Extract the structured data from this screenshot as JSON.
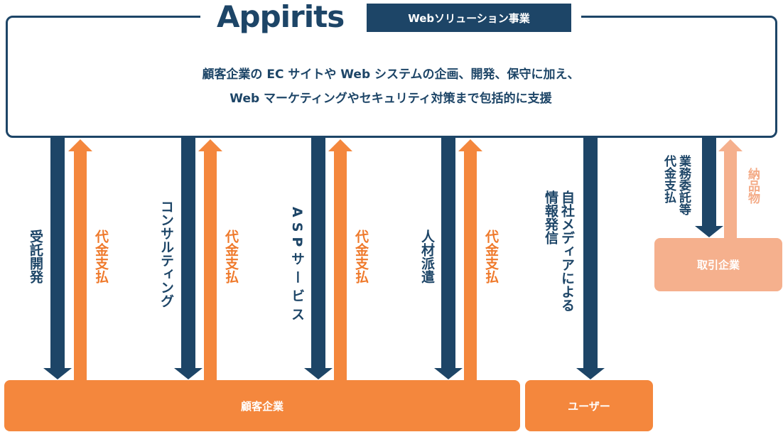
{
  "brand": {
    "logo": "Appirits",
    "division_badge": "Webソリューション事業",
    "description_lines": [
      "顧客企業の EC サイトや Web システムの企画、開発、保守に加え、",
      "Web マーケティングやセキュリティ対策まで包括的に支援"
    ]
  },
  "boxes": {
    "client": "顧客企業",
    "user": "ユーザー",
    "partner": "取引企業"
  },
  "flows": {
    "contract_dev": "受託開発",
    "consulting": "コンサルティング",
    "asp": "ASPサービス",
    "staffing": "人材派遣",
    "media": [
      "自社メディアによる",
      "情報発信"
    ],
    "outsourcing": [
      "業務委託等",
      "代金支払"
    ],
    "deliverables": "納品物",
    "payment": "代金支払"
  },
  "colors": {
    "navy": "#1d4567",
    "orange": "#f4873d",
    "peach": "#f5b08d"
  }
}
